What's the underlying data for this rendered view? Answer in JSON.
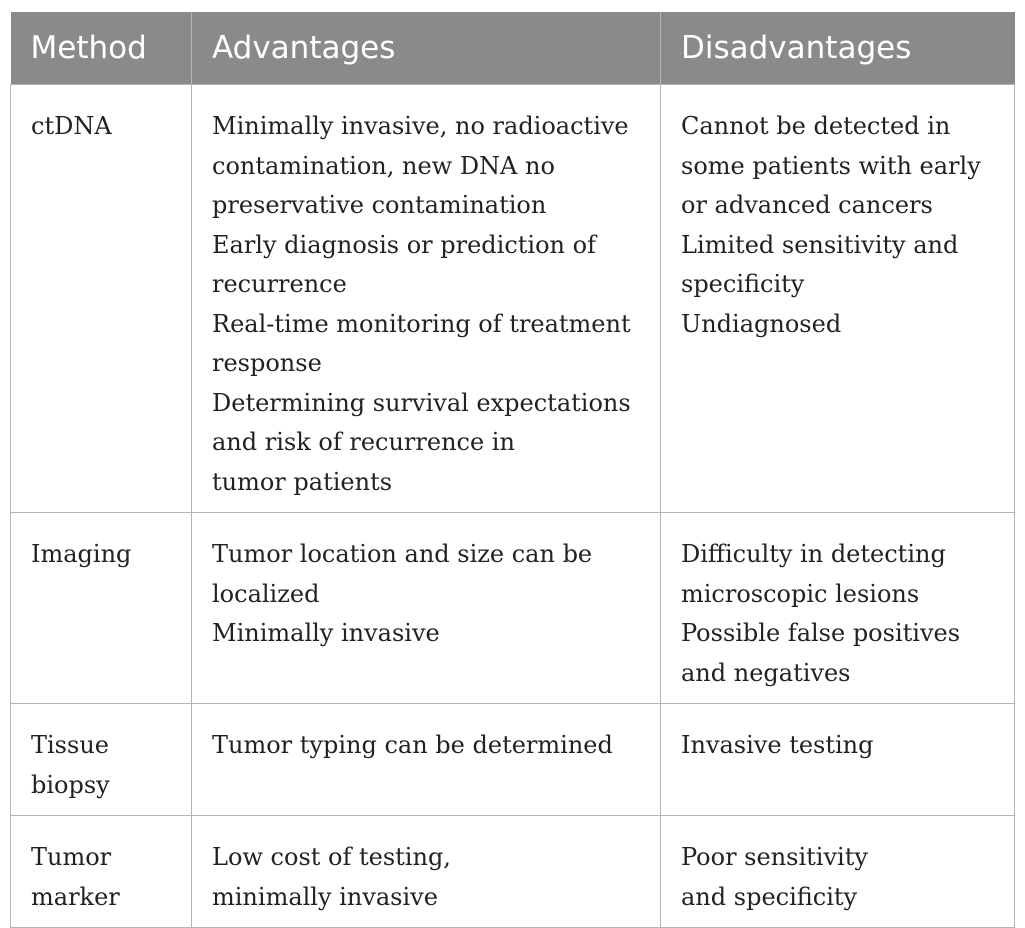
{
  "table": {
    "headers": [
      "Method",
      "Advantages",
      "Disadvantages"
    ],
    "rows": [
      {
        "method": [
          "ctDNA"
        ],
        "advantages": [
          "Minimally invasive, no radioactive",
          "contamination, new DNA no",
          "preservative contamination",
          "Early diagnosis or prediction of",
          "recurrence",
          "Real-time monitoring of treatment",
          "response",
          "Determining survival expectations",
          "and risk of recurrence in",
          "tumor patients"
        ],
        "disadvantages": [
          "Cannot be detected in",
          "some patients with early",
          "or advanced cancers",
          "Limited sensitivity and",
          "specificity",
          "Undiagnosed"
        ]
      },
      {
        "method": [
          "Imaging"
        ],
        "advantages": [
          "Tumor location and size can be",
          "localized",
          "Minimally invasive"
        ],
        "disadvantages": [
          "Difficulty in detecting",
          "microscopic lesions",
          "Possible false positives",
          "and negatives"
        ]
      },
      {
        "method": [
          "Tissue",
          "biopsy"
        ],
        "advantages": [
          "Tumor typing can be determined"
        ],
        "disadvantages": [
          "Invasive testing"
        ]
      },
      {
        "method": [
          "Tumor",
          "marker"
        ],
        "advantages": [
          "Low cost of testing,",
          "minimally invasive"
        ],
        "disadvantages": [
          "Poor sensitivity",
          "and specificity"
        ]
      }
    ]
  }
}
